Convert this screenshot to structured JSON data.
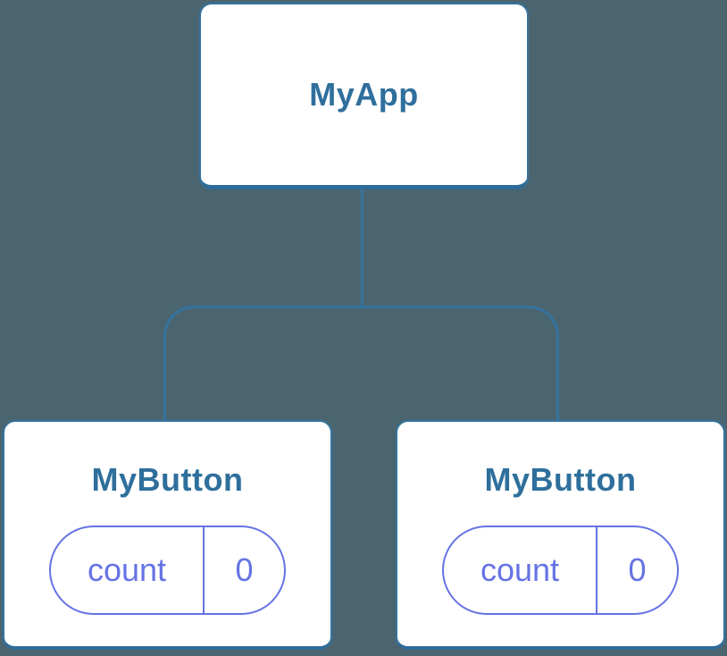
{
  "colors": {
    "background": "#4B6570",
    "node_fill": "#FFFFFF",
    "node_border": "#34739F",
    "node_border_bottom": "#2E6B99",
    "connector": "#34739F",
    "node_title": "#2F6F9C",
    "state_accent": "#6673E4"
  },
  "tree": {
    "root": {
      "label": "MyApp"
    },
    "children": [
      {
        "label": "MyButton",
        "state": {
          "key": "count",
          "value": "0"
        }
      },
      {
        "label": "MyButton",
        "state": {
          "key": "count",
          "value": "0"
        }
      }
    ]
  }
}
